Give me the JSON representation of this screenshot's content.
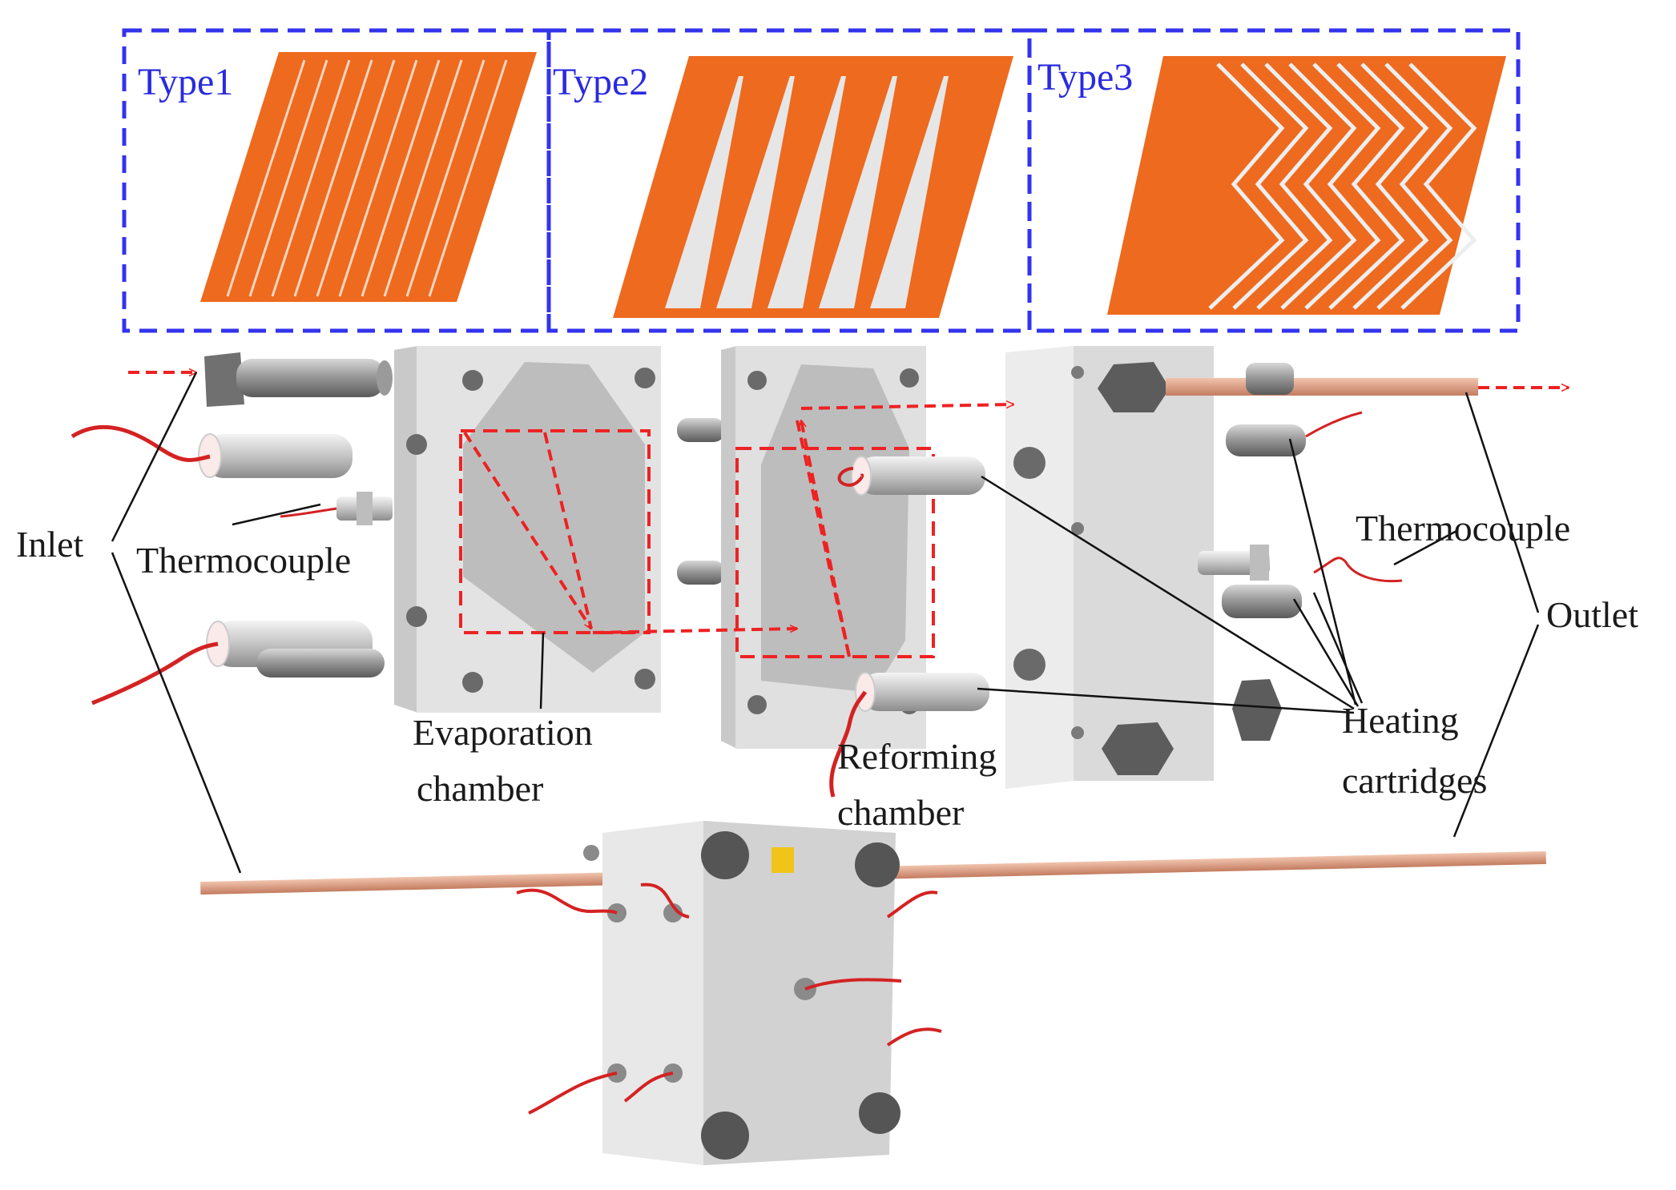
{
  "panels": [
    {
      "label": "Type1"
    },
    {
      "label": "Type2"
    },
    {
      "label": "Type3"
    }
  ],
  "labels": {
    "inlet": "Inlet",
    "thermocouple_left": "Thermocouple",
    "thermocouple_right": "Thermocouple",
    "outlet": "Outlet",
    "evaporation_line1": "Evaporation",
    "evaporation_line2": "chamber",
    "reforming_line1": "Reforming",
    "reforming_line2": "chamber",
    "heating_line1": "Heating",
    "heating_line2": "cartridges"
  },
  "colors": {
    "panel_border": "#3333ee",
    "plate_orange": "#ee6a1e",
    "flow_arrow": "#ee2222",
    "body_grey": "#dcdcdc",
    "bolt_grey": "#6e6e6e",
    "pipe_copper": "#d99a7e",
    "wire_red": "#d42222",
    "fitting_yellow": "#f0c419"
  }
}
